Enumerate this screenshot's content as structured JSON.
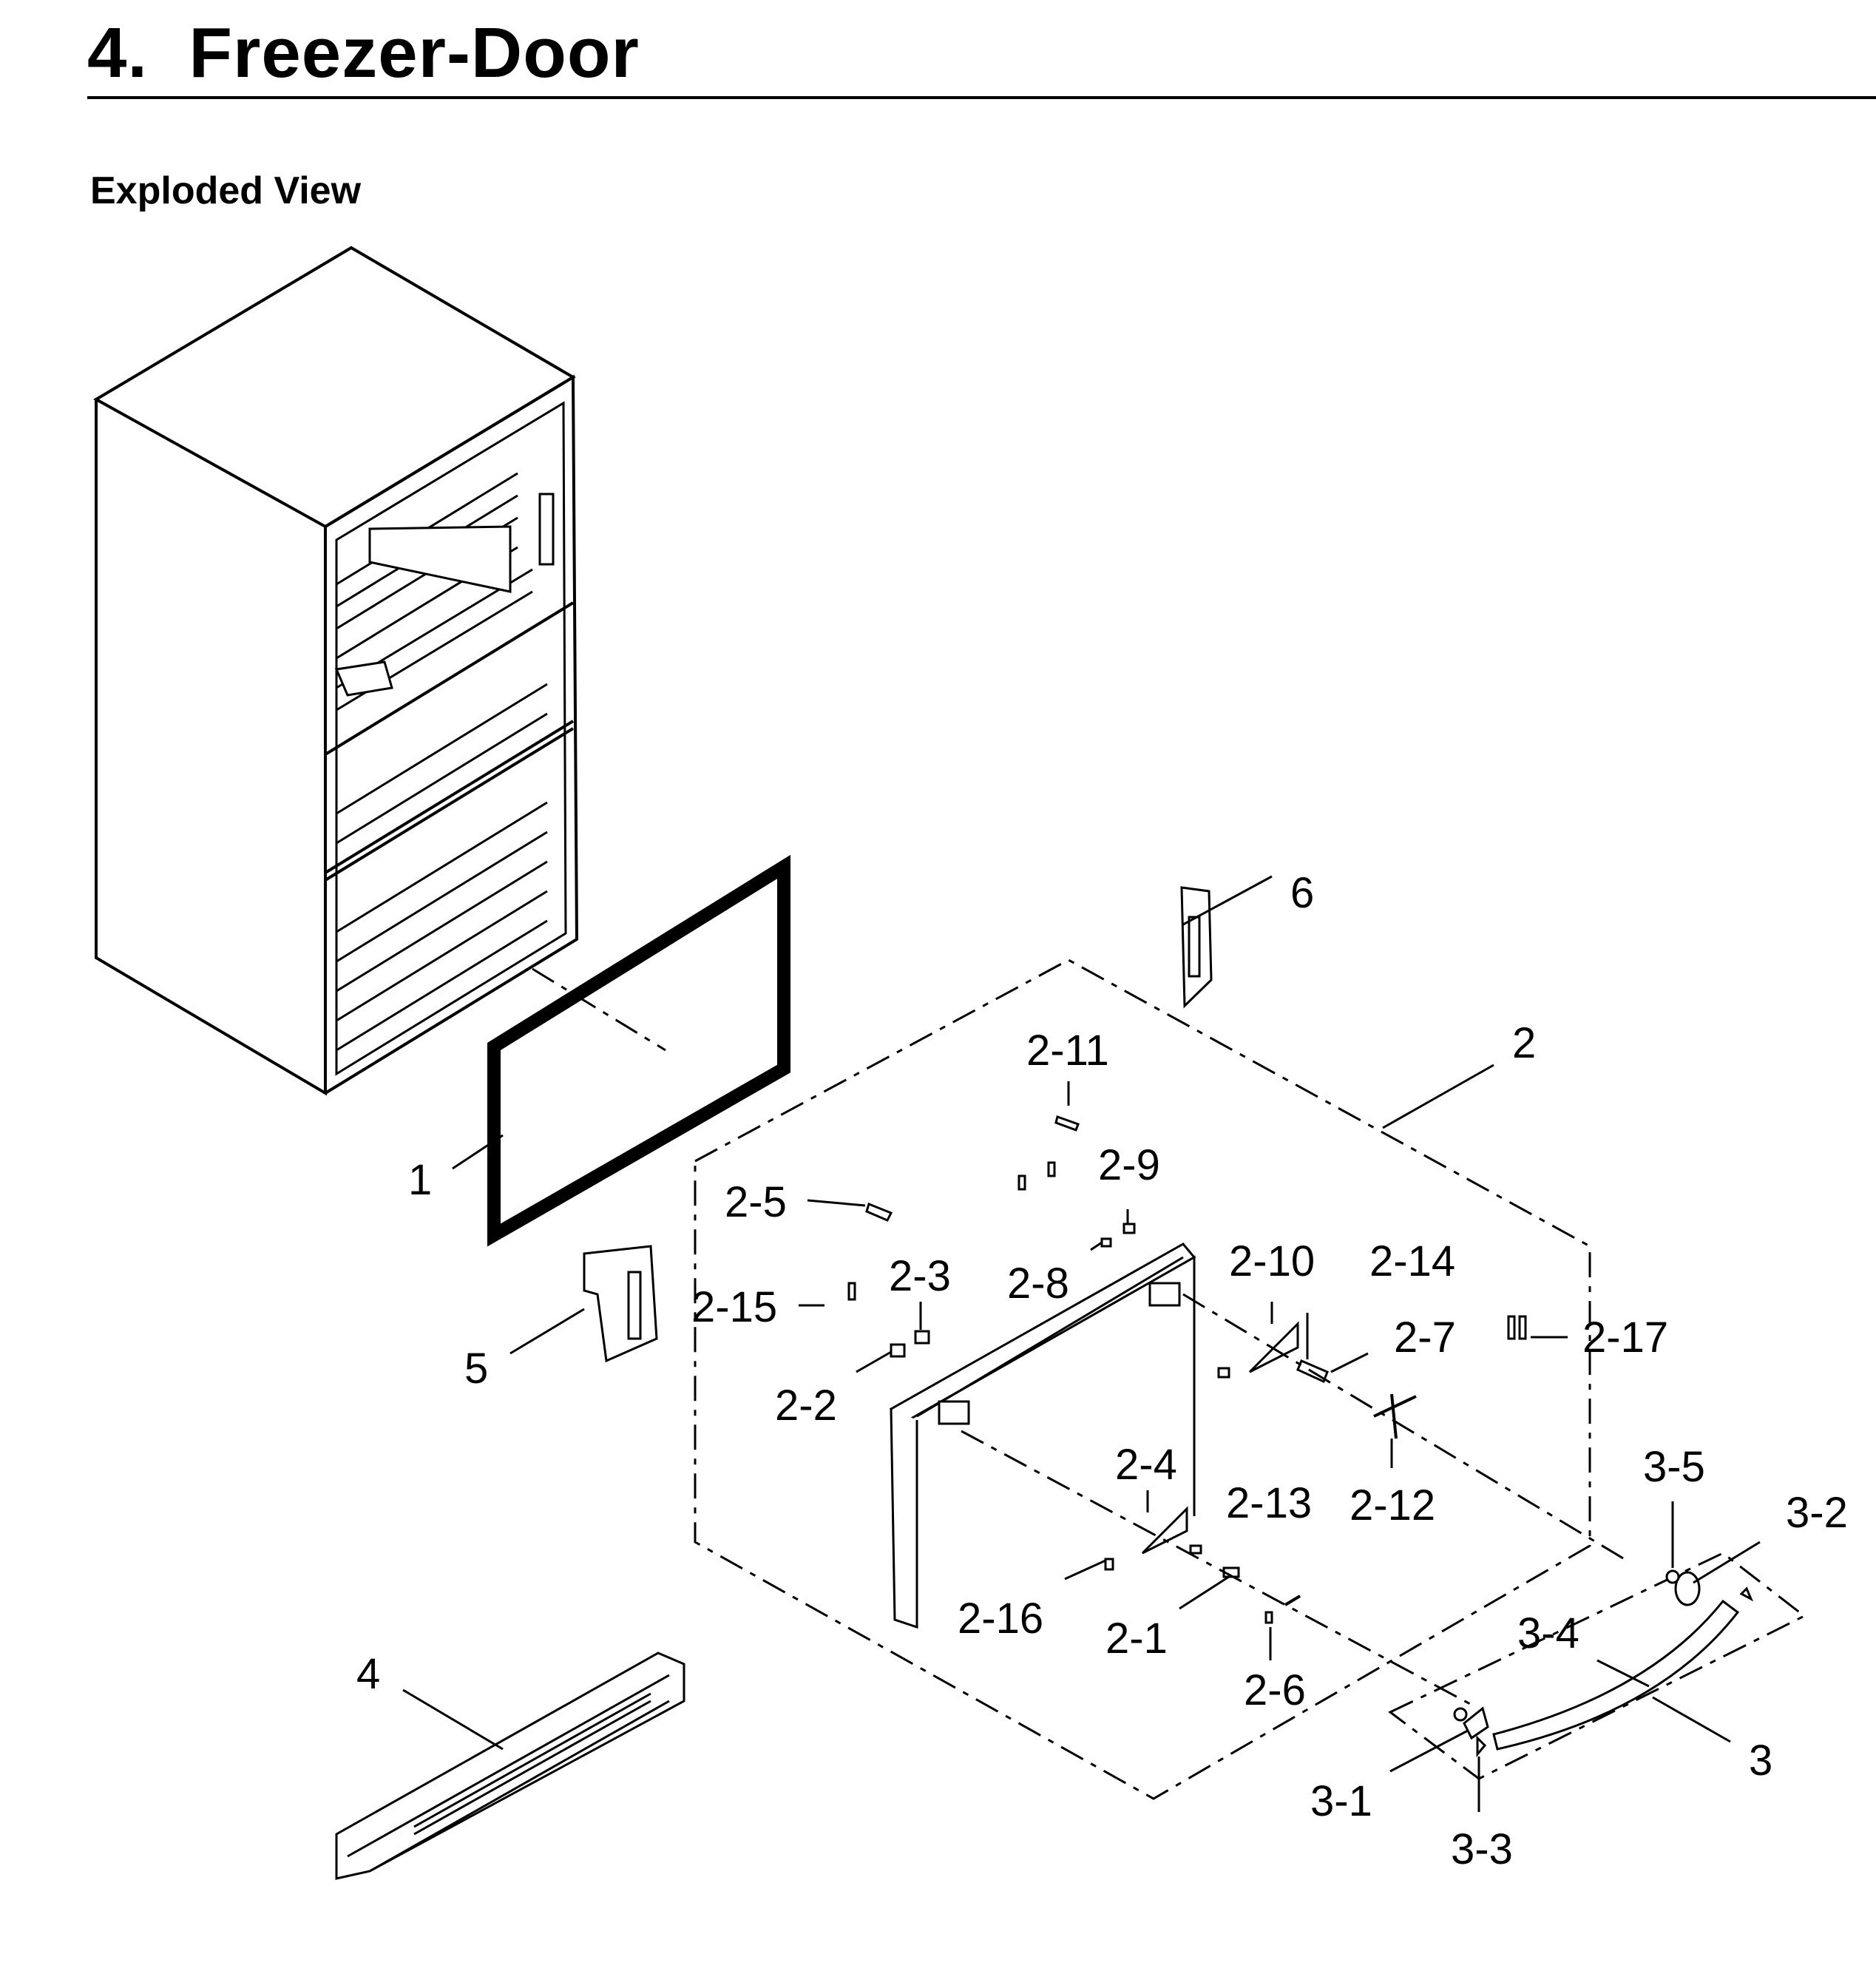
{
  "section": {
    "number": "4.",
    "title": "Freezer-Door"
  },
  "view": {
    "heading": "Exploded View"
  },
  "callouts": {
    "c1": "1",
    "c2": "2",
    "c2_1": "2-1",
    "c2_2": "2-2",
    "c2_3": "2-3",
    "c2_4": "2-4",
    "c2_5": "2-5",
    "c2_6": "2-6",
    "c2_7": "2-7",
    "c2_8": "2-8",
    "c2_9": "2-9",
    "c2_10": "2-10",
    "c2_11": "2-11",
    "c2_12": "2-12",
    "c2_13": "2-13",
    "c2_14": "2-14",
    "c2_15": "2-15",
    "c2_16": "2-16",
    "c2_17": "2-17",
    "c3": "3",
    "c3_1": "3-1",
    "c3_2": "3-2",
    "c3_3": "3-3",
    "c3_4": "3-4",
    "c3_5": "3-5",
    "c4": "4",
    "c5": "5",
    "c6": "6"
  }
}
